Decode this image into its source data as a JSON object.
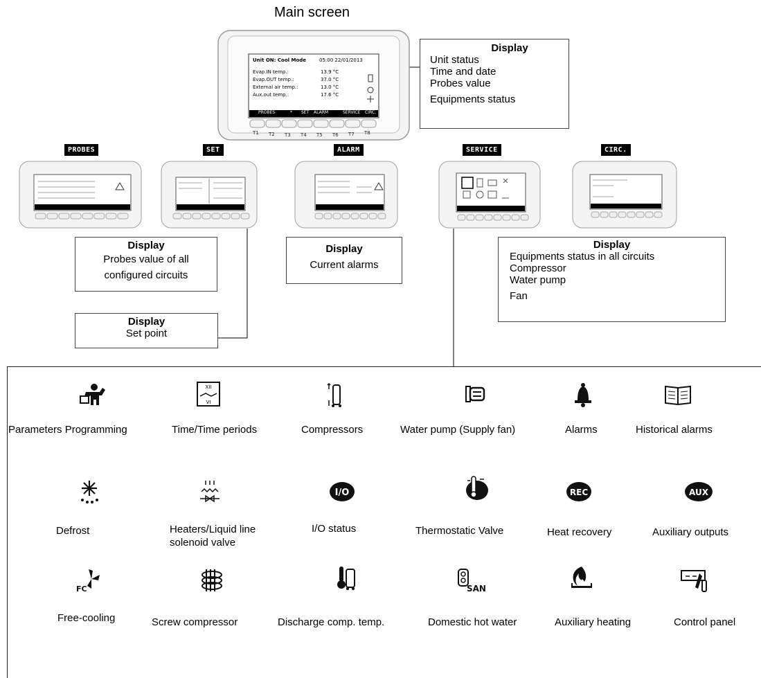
{
  "main": {
    "title": "Main screen",
    "lcd_lines": [
      {
        "label": "Unit ON: Cool Mode",
        "value": "05:00  22/01/2013"
      },
      {
        "label": "Evap.IN temp.:",
        "value": "13.9 °C"
      },
      {
        "label": "Evap.OUT temp.:",
        "value": "37.0 °C"
      },
      {
        "label": "External air temp.:",
        "value": "13.0 °C"
      },
      {
        "label": "Aux.out temp.:",
        "value": "17.6 °C"
      }
    ],
    "softkey_bar": [
      "PROBES",
      "SET",
      "ALARM",
      "SERVICE",
      "CIRC."
    ],
    "keys": [
      "T1",
      "T2",
      "T3",
      "T4",
      "T5",
      "T6",
      "T7",
      "T8"
    ]
  },
  "main_info": {
    "title": "Display",
    "lines": [
      "Unit status",
      "Time and date",
      "Probes value",
      "Equipments status"
    ]
  },
  "submenus": [
    {
      "tag": "PROBES",
      "screen_title": "Circ. measurement display"
    },
    {
      "tag": "SET",
      "screen_title": "Set Point"
    },
    {
      "tag": "ALARM",
      "screen_title": "Alarm display"
    },
    {
      "tag": "SERVICE",
      "screen_title": "Parameters programming"
    },
    {
      "tag": "CIRC.",
      "screen_title": "Circuit Comp. status"
    }
  ],
  "info_boxes": {
    "probes": {
      "title": "Display",
      "lines": [
        "Probes value of all",
        "configured circuits"
      ]
    },
    "set": {
      "title": "Display",
      "lines": [
        "Set point"
      ]
    },
    "alarm": {
      "title": "Display",
      "lines": [
        "Current alarms"
      ]
    },
    "circ": {
      "title": "Display",
      "lines": [
        "Equipments status in all circuits",
        "Compressor",
        "Water pump",
        "Fan"
      ]
    }
  },
  "service_items": [
    {
      "label": "Parameters Programming",
      "icon": "technician-icon"
    },
    {
      "label": "Time/Time periods",
      "icon": "clock-calendar-icon"
    },
    {
      "label": "Compressors",
      "icon": "compressor-icon"
    },
    {
      "label": "Water pump (Supply fan)",
      "icon": "water-pump-icon"
    },
    {
      "label": "Alarms",
      "icon": "alarm-bell-icon"
    },
    {
      "label": "Historical alarms",
      "icon": "open-book-icon"
    },
    {
      "label": "Defrost",
      "icon": "defrost-icon"
    },
    {
      "label": "Heaters/Liquid line solenoid valve",
      "icon": "heater-valve-icon"
    },
    {
      "label": "I/O status",
      "icon": "io-icon"
    },
    {
      "label": "Thermostatic Valve",
      "icon": "thermostatic-valve-icon"
    },
    {
      "label": "Heat recovery",
      "icon": "rec-icon"
    },
    {
      "label": "Auxiliary outputs",
      "icon": "aux-icon"
    },
    {
      "label": "Free-cooling",
      "icon": "free-cooling-fan-icon"
    },
    {
      "label": "Screw compressor",
      "icon": "screw-compressor-icon"
    },
    {
      "label": "Discharge comp. temp.",
      "icon": "discharge-temp-icon"
    },
    {
      "label": "Domestic hot water",
      "icon": "san-icon"
    },
    {
      "label": "Auxiliary heating",
      "icon": "flame-icon"
    },
    {
      "label": "Control panel",
      "icon": "control-panel-icon"
    }
  ],
  "colors": {
    "device_body": "#f2f2f2",
    "device_border": "#9a9a9a",
    "lcd_bar": "#000000"
  }
}
